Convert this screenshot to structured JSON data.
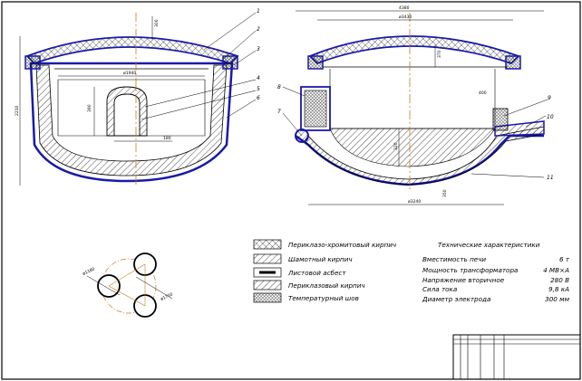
{
  "drawing": {
    "front_view": {
      "callouts": [
        "1",
        "2",
        "3",
        "4",
        "5",
        "6"
      ],
      "dims": {
        "height_overall": "2210",
        "roof_thickness": "300",
        "bath_diameter": "ø1940",
        "door_height": "390",
        "door_width": "180"
      }
    },
    "side_view": {
      "callouts": [
        "7",
        "8",
        "9",
        "10",
        "11"
      ],
      "dims": {
        "overall_width": "4380",
        "roof_span": "ø3430",
        "wall_height": "370",
        "door_height": "400",
        "bath_depth": "320",
        "bottom_thickness": "350",
        "bottom_diameter": "ø3240"
      }
    },
    "electrodes": {
      "d1": "ø1180",
      "d2": "ø1750"
    }
  },
  "legend": [
    {
      "id": "periclase-chrome",
      "label": "Периклазо-хромитовый кирпич"
    },
    {
      "id": "chamotte",
      "label": "Шамотный кирпич"
    },
    {
      "id": "asbestos",
      "label": "Листовой асбест"
    },
    {
      "id": "periclase",
      "label": "Периклазовый кирпич"
    },
    {
      "id": "rammed",
      "label": "Температурный шов"
    }
  ],
  "specs": {
    "title": "Технические характеристики",
    "rows": [
      {
        "label": "Вместимость печи",
        "value": "6 т"
      },
      {
        "label": "Мощность трансформатора",
        "value": "4 МВ×А"
      },
      {
        "label": "Напряжение вторичное",
        "value": "280 В"
      },
      {
        "label": "Сила тока",
        "value": "9,8 кА"
      },
      {
        "label": "Диаметр электрода",
        "value": "300 мм"
      }
    ]
  },
  "colors": {
    "outline": "#1a1aa8",
    "line": "#000000",
    "roof_fill": "#d8d8d8",
    "center_line": "#c87a1a"
  }
}
